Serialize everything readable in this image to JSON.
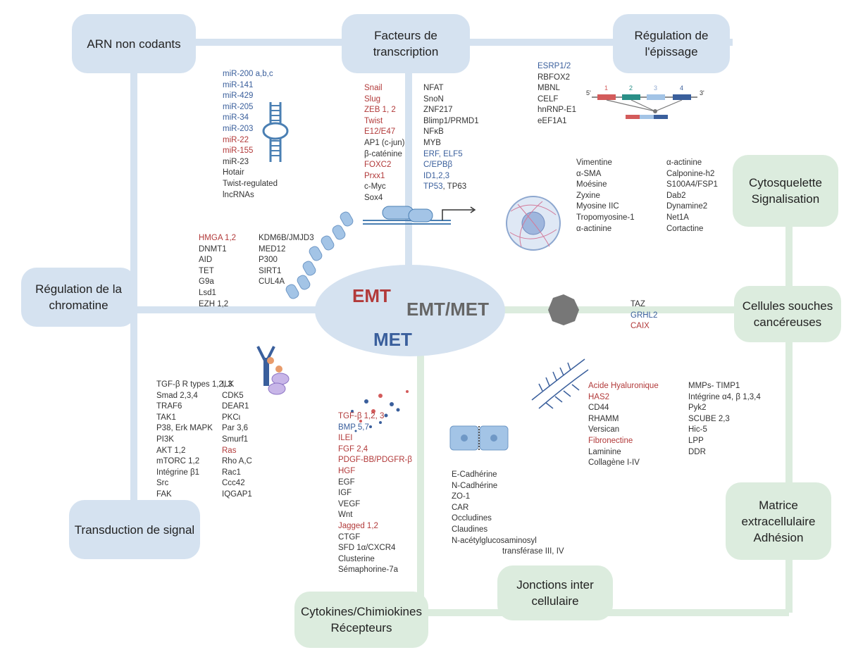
{
  "colors": {
    "blue_box": "#d5e2f0",
    "green_box": "#dcecde",
    "red": "#b23a3a",
    "blue": "#3a5f9c",
    "text": "#333333"
  },
  "center": {
    "emt": "EMT",
    "emt_met": "EMT/MET",
    "met": "MET"
  },
  "boxes": {
    "arn": [
      "ARN non codants"
    ],
    "facteurs": [
      "Facteurs de",
      "transcription"
    ],
    "epissage": [
      "Régulation de",
      "l'épissage"
    ],
    "cytosquelette": [
      "Cytosquelette",
      "Signalisation"
    ],
    "chromatine": [
      "Régulation de la",
      "chromatine"
    ],
    "cellules": [
      "Cellules souches",
      "cancéreuses"
    ],
    "transduction": [
      "Transduction de signal"
    ],
    "matrice": [
      "Matrice",
      "extracellulaire",
      "Adhésion"
    ],
    "jonctions": [
      "Jonctions inter",
      "cellulaire"
    ],
    "cytokines": [
      "Cytokines/Chimiokines",
      "Récepteurs"
    ]
  },
  "lists": {
    "mir": [
      {
        "t": "miR-200 a,b,c",
        "c": "blue"
      },
      {
        "t": "miR-141",
        "c": "blue"
      },
      {
        "t": "miR-429",
        "c": "blue"
      },
      {
        "t": "miR-205",
        "c": "blue"
      },
      {
        "t": "miR-34",
        "c": "blue"
      },
      {
        "t": "miR-203",
        "c": "blue"
      },
      {
        "t": "miR-22",
        "c": "red"
      },
      {
        "t": "miR-155",
        "c": "red"
      },
      {
        "t": "miR-23",
        "c": "dark"
      },
      {
        "t": "Hotair",
        "c": "dark"
      },
      {
        "t": "Twist-regulated",
        "c": "dark"
      },
      {
        "t": "lncRNAs",
        "c": "dark"
      }
    ],
    "tf1": [
      {
        "t": "Snail",
        "c": "red"
      },
      {
        "t": "Slug",
        "c": "red"
      },
      {
        "t": "ZEB 1, 2",
        "c": "red"
      },
      {
        "t": "Twist",
        "c": "red"
      },
      {
        "t": "E12/E47",
        "c": "red"
      },
      {
        "t": "AP1 (c-jun)",
        "c": "dark"
      },
      {
        "t": "β-caténine",
        "c": "dark"
      },
      {
        "t": "FOXC2",
        "c": "red"
      },
      {
        "t": "Prxx1",
        "c": "red"
      },
      {
        "t": "c-Myc",
        "c": "dark"
      },
      {
        "t": "Sox4",
        "c": "dark"
      }
    ],
    "tf2": [
      {
        "t": "NFAT",
        "c": "dark"
      },
      {
        "t": "SnoN",
        "c": "dark"
      },
      {
        "t": "ZNF217",
        "c": "dark"
      },
      {
        "t": "Blimp1/PRMD1",
        "c": "dark"
      },
      {
        "t": "NFκB",
        "c": "dark"
      },
      {
        "t": "MYB",
        "c": "dark"
      },
      {
        "t": "ERF, ELF5",
        "c": "blue"
      },
      {
        "t": "C/EPBβ",
        "c": "blue"
      },
      {
        "t": "ID1,2,3",
        "c": "blue"
      }
    ],
    "tp": {
      "a": "TP53",
      "b": ", TP63"
    },
    "splice": [
      {
        "t": "ESRP1/2",
        "c": "blue"
      },
      {
        "t": "RBFOX2",
        "c": "dark"
      },
      {
        "t": "MBNL",
        "c": "dark"
      },
      {
        "t": "CELF",
        "c": "dark"
      },
      {
        "t": "hnRNP-E1",
        "c": "dark"
      },
      {
        "t": "eEF1A1",
        "c": "dark"
      }
    ],
    "cyto1": [
      {
        "t": "Vimentine",
        "c": "dark"
      },
      {
        "t": "α-SMA",
        "c": "dark"
      },
      {
        "t": "Moésine",
        "c": "dark"
      },
      {
        "t": "Zyxine",
        "c": "dark"
      },
      {
        "t": "Myosine IIC",
        "c": "dark"
      },
      {
        "t": "Tropomyosine-1",
        "c": "dark"
      },
      {
        "t": "α-actinine",
        "c": "dark"
      }
    ],
    "cyto2": [
      {
        "t": "α-actinine",
        "c": "dark"
      },
      {
        "t": "Calponine-h2",
        "c": "dark"
      },
      {
        "t": "S100A4/FSP1",
        "c": "dark"
      },
      {
        "t": "Dab2",
        "c": "dark"
      },
      {
        "t": "Dynamine2",
        "c": "dark"
      },
      {
        "t": "Net1A",
        "c": "dark"
      },
      {
        "t": "Cortactine",
        "c": "dark"
      }
    ],
    "chrom1": [
      {
        "t": "HMGA 1,2",
        "c": "red"
      },
      {
        "t": "DNMT1",
        "c": "dark"
      },
      {
        "t": "AID",
        "c": "dark"
      },
      {
        "t": "TET",
        "c": "dark"
      },
      {
        "t": "G9a",
        "c": "dark"
      },
      {
        "t": "Lsd1",
        "c": "dark"
      },
      {
        "t": "EZH 1,2",
        "c": "dark"
      }
    ],
    "chrom2": [
      {
        "t": "KDM6B/JMJD3",
        "c": "dark"
      },
      {
        "t": "MED12",
        "c": "dark"
      },
      {
        "t": "P300",
        "c": "dark"
      },
      {
        "t": "SIRT1",
        "c": "dark"
      },
      {
        "t": "CUL4A",
        "c": "dark"
      }
    ],
    "csc": [
      {
        "t": "TAZ",
        "c": "dark"
      },
      {
        "t": "GRHL2",
        "c": "blue"
      },
      {
        "t": "CAIX",
        "c": "red"
      }
    ],
    "sig1": [
      {
        "t": "TGF-β R types 1,2, 3",
        "c": "dark"
      },
      {
        "t": "Smad 2,3,4",
        "c": "dark"
      },
      {
        "t": "TRAF6",
        "c": "dark"
      },
      {
        "t": "TAK1",
        "c": "dark"
      },
      {
        "t": "P38, Erk MAPK",
        "c": "dark"
      },
      {
        "t": "PI3K",
        "c": "dark"
      },
      {
        "t": "AKT 1,2",
        "c": "dark"
      },
      {
        "t": "mTORC 1,2",
        "c": "dark"
      },
      {
        "t": "Intégrine β1",
        "c": "dark"
      },
      {
        "t": "Src",
        "c": "dark"
      },
      {
        "t": "FAK",
        "c": "dark"
      }
    ],
    "sig2": [
      {
        "t": "ILK",
        "c": "dark"
      },
      {
        "t": "CDK5",
        "c": "dark"
      },
      {
        "t": "DEAR1",
        "c": "dark"
      },
      {
        "t": "PKCι",
        "c": "dark"
      },
      {
        "t": "Par 3,6",
        "c": "dark"
      },
      {
        "t": "Smurf1",
        "c": "dark"
      },
      {
        "t": "Ras",
        "c": "red"
      },
      {
        "t": "Rho A,C",
        "c": "dark"
      },
      {
        "t": "Rac1",
        "c": "dark"
      },
      {
        "t": "Ccc42",
        "c": "dark"
      },
      {
        "t": "IQGAP1",
        "c": "dark"
      }
    ],
    "cytok": [
      {
        "t": "TGF-β 1,2, 3",
        "c": "red"
      },
      {
        "t": "BMP 5,7",
        "c": "blue"
      },
      {
        "t": "ILEI",
        "c": "red"
      },
      {
        "t": "FGF 2,4",
        "c": "red"
      },
      {
        "t": "PDGF-BB/PDGFR-β",
        "c": "red"
      },
      {
        "t": "HGF",
        "c": "red"
      },
      {
        "t": "EGF",
        "c": "dark"
      },
      {
        "t": "IGF",
        "c": "dark"
      },
      {
        "t": "VEGF",
        "c": "dark"
      },
      {
        "t": "Wnt",
        "c": "dark"
      },
      {
        "t": "Jagged 1,2",
        "c": "red"
      },
      {
        "t": "CTGF",
        "c": "dark"
      },
      {
        "t": "SFD 1α/CXCR4",
        "c": "dark"
      },
      {
        "t": "Clusterine",
        "c": "dark"
      },
      {
        "t": "Sémaphorine-7a",
        "c": "dark"
      }
    ],
    "junc": [
      {
        "t": "E-Cadhérine",
        "c": "dark"
      },
      {
        "t": "N-Cadhérine",
        "c": "dark"
      },
      {
        "t": "ZO-1",
        "c": "dark"
      },
      {
        "t": "CAR",
        "c": "dark"
      },
      {
        "t": "Occludines",
        "c": "dark"
      },
      {
        "t": "Claudines",
        "c": "dark"
      },
      {
        "t": "N-acétylglucosaminosyl",
        "c": "dark"
      }
    ],
    "junc_last": "transférase III, IV",
    "ecm1": [
      {
        "t": "Acide Hyaluronique",
        "c": "red"
      },
      {
        "t": "HAS2",
        "c": "red"
      },
      {
        "t": "CD44",
        "c": "dark"
      },
      {
        "t": "RHAMM",
        "c": "dark"
      },
      {
        "t": "Versican",
        "c": "dark"
      },
      {
        "t": "Fibronectine",
        "c": "red"
      },
      {
        "t": "Laminine",
        "c": "dark"
      },
      {
        "t": "Collagène I-IV",
        "c": "dark"
      }
    ],
    "ecm2": [
      {
        "t": "MMPs- TIMP1",
        "c": "dark"
      },
      {
        "t": "Intégrine α4, β 1,3,4",
        "c": "dark"
      },
      {
        "t": "Pyk2",
        "c": "dark"
      },
      {
        "t": "SCUBE 2,3",
        "c": "dark"
      },
      {
        "t": "Hic-5",
        "c": "dark"
      },
      {
        "t": "LPP",
        "c": "dark"
      },
      {
        "t": "DDR",
        "c": "dark"
      }
    ]
  },
  "exon_labels": [
    "5'",
    "1",
    "2",
    "3",
    "4",
    "3'"
  ]
}
